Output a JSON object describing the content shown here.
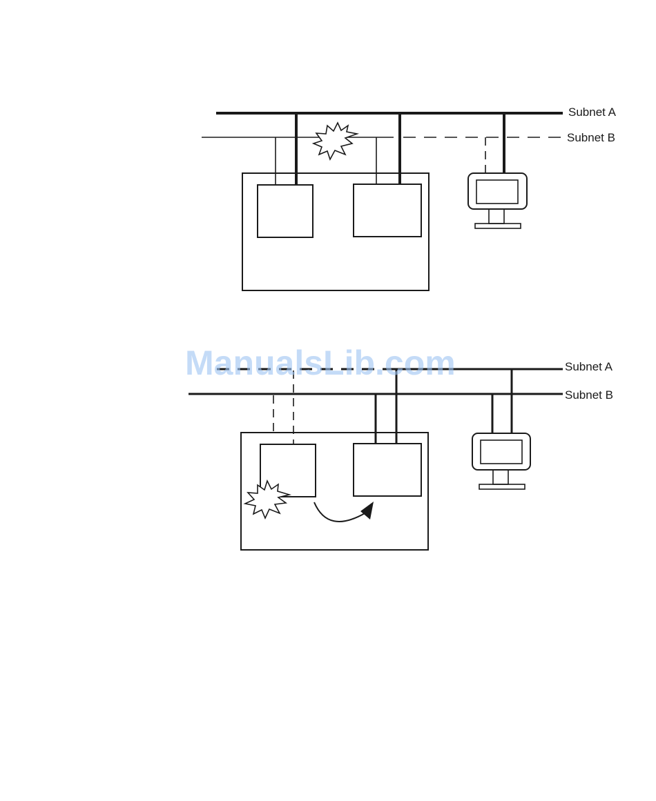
{
  "diagram_top": {
    "subnet_a_label": "Subnet A",
    "subnet_b_label": "Subnet B"
  },
  "diagram_bottom": {
    "subnet_a_label": "Subnet A",
    "subnet_b_label": "Subnet B"
  },
  "watermark": "ManualsLib.com",
  "colors": {
    "line": "#1a1a1a",
    "watermark": "#9dc3f2"
  }
}
